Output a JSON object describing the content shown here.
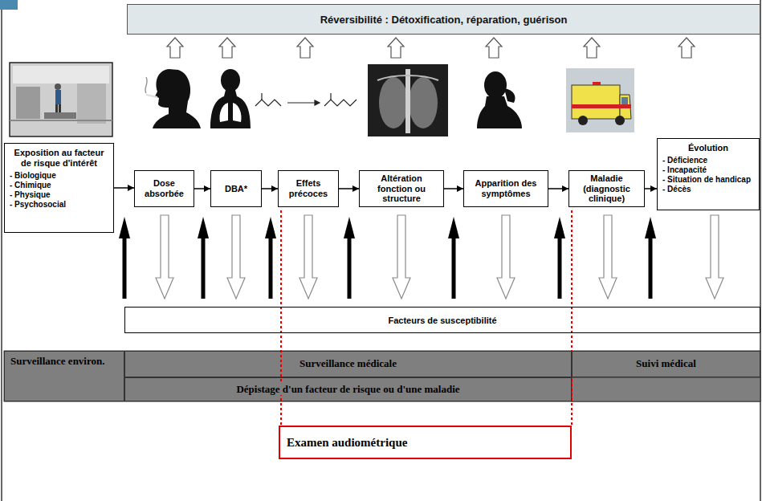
{
  "diagram": {
    "nodes": [
      {
        "text": [
          "Réversibilité : Détoxification, réparation, guérison"
        ]
      },
      {
        "text": [
          "Exposition au facteur de risque d'intérêt",
          "- Biologique",
          "- Chimique",
          "- Physique",
          "- Psychosocial"
        ]
      },
      {
        "text": [
          "Dose absorbée"
        ]
      },
      {
        "text": [
          "DBA*"
        ]
      },
      {
        "text": [
          "Effets précoces"
        ]
      },
      {
        "text": [
          "Altération fonction ou structure"
        ]
      },
      {
        "text": [
          "Apparition des symptômes"
        ]
      },
      {
        "text": [
          "Maladie (diagnostic clinique)"
        ]
      },
      {
        "text": [
          "Évolution",
          "- Déficience",
          "- Incapacité",
          "- Situation de handicap",
          "- Décès"
        ]
      },
      {
        "text": [
          "Facteurs de susceptibilité"
        ]
      },
      {
        "text": [
          "Surveillance environ."
        ]
      },
      {
        "text": [
          "Surveillance médicale"
        ]
      },
      {
        "text": [
          "Suivi médical"
        ]
      },
      {
        "text": [
          "Dépistage d'un facteur de risque ou d'une maladie"
        ]
      },
      {
        "text": [
          "Examen audiométrique"
        ]
      }
    ],
    "edges": [
      {
        "from": 1,
        "to": 2,
        "arrow": "to"
      },
      {
        "from": 2,
        "to": 3,
        "arrow": "to"
      },
      {
        "from": 3,
        "to": 4,
        "arrow": "to"
      },
      {
        "from": 4,
        "to": 5,
        "arrow": "to"
      },
      {
        "from": 5,
        "to": 6,
        "arrow": "to"
      },
      {
        "from": 6,
        "to": 7,
        "arrow": "to"
      },
      {
        "from": 7,
        "to": 8,
        "arrow": "to"
      }
    ]
  }
}
